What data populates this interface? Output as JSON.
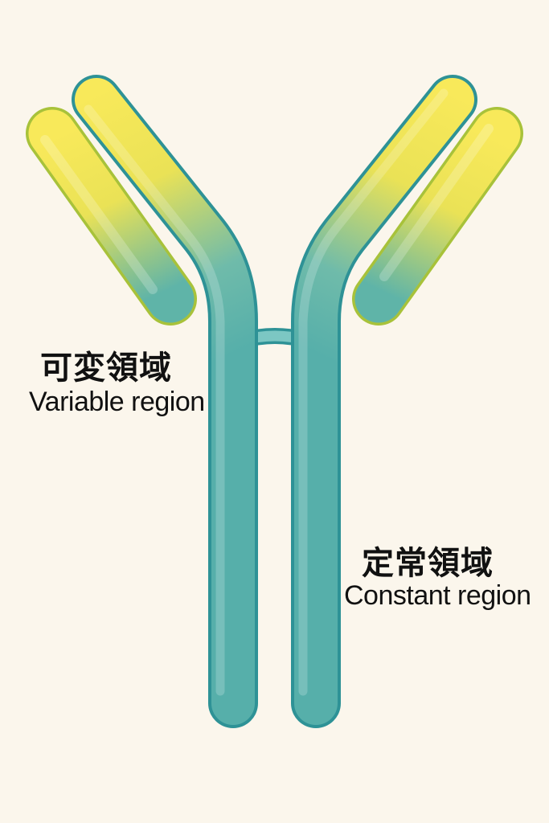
{
  "colors": {
    "background": "#FBF6EC",
    "variable_region": "#F2E45A",
    "constant_region": "#56AFAA",
    "outline": "#2E9296"
  },
  "labels": {
    "variable_region_jp": "可変領域",
    "variable_region_en": "Variable region",
    "constant_region_jp": "定常領域",
    "constant_region_en": "Constant region"
  }
}
